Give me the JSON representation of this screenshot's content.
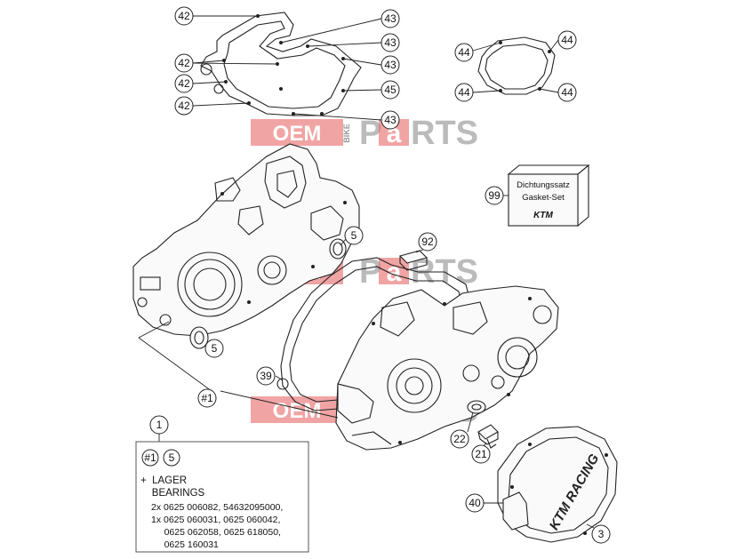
{
  "watermark": {
    "left": "OEM",
    "side": "BIKE",
    "right_a": "P",
    "right_b": "a",
    "right_c": "RTS",
    "color": "#e55a5a"
  },
  "callouts": {
    "c42a": "42",
    "c42b": "42",
    "c42c": "42",
    "c42d": "42",
    "c43a": "43",
    "c43b": "43",
    "c43c": "43",
    "c43d": "43",
    "c45": "45",
    "c44a": "44",
    "c44b": "44",
    "c44c": "44",
    "c44d": "44",
    "c99": "99",
    "c5a": "5",
    "c92": "92",
    "c5b": "5",
    "c39": "39",
    "cH1": "#1",
    "c1": "1",
    "c22": "22",
    "c21": "21",
    "c40": "40",
    "c3": "3"
  },
  "gasket_set": {
    "line1": "Dichtungssatz",
    "line2": "Gasket-Set",
    "logo": "KTM"
  },
  "legend": {
    "ref_hash": "#1",
    "ref_5": "5",
    "lager": "+  LAGER",
    "bearings": "    BEARINGS",
    "l1": "2x 0625 006082, 54632095000,",
    "l2": "1x 0625 060031, 0625 060042,",
    "l3": "     0625 062058, 0625 618050,",
    "l4": "     0625 160031"
  },
  "cover_brand": "KTM RACING"
}
